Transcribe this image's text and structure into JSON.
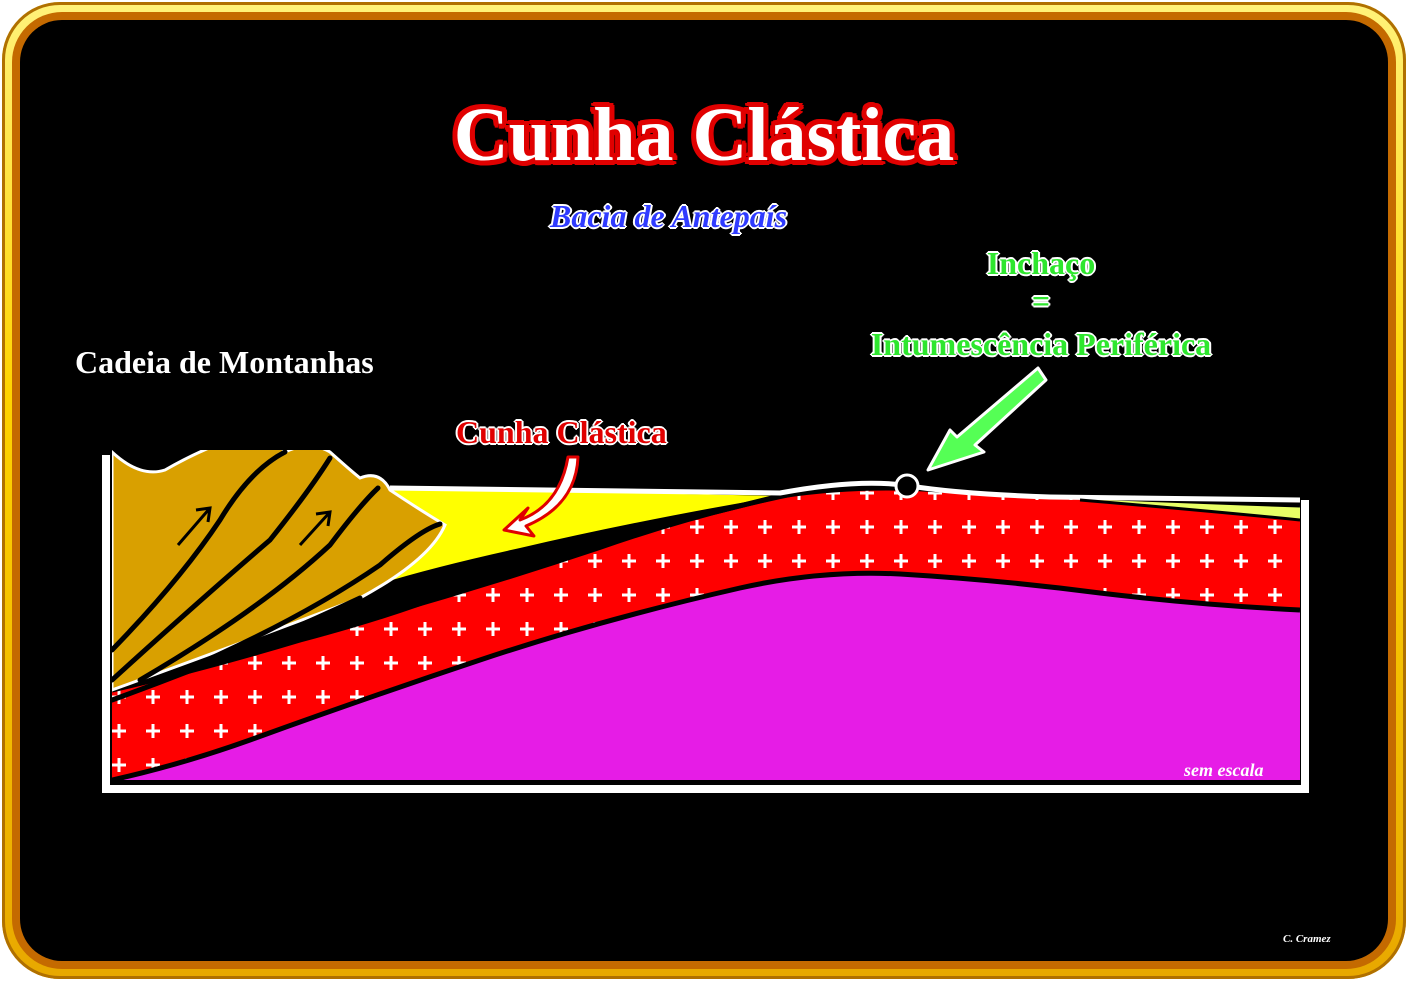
{
  "title": "Cunha Clástica",
  "subtitle": "Bacia de Antepaís",
  "bulge_label": {
    "line1": "Inchaço",
    "line2": "=",
    "line3": "Intumescência Periférica"
  },
  "mountain_label": "Cadeia de Montanhas",
  "wedge_label": "Cunha Clástica",
  "scale_note": "sem escala",
  "author": "C. Cramez",
  "colors": {
    "frame": "#ffd400",
    "background": "#000000",
    "title_outline": "#e00000",
    "subtitle": "#2f3bff",
    "bulge_text": "#2ee62e",
    "mountain_fill": "#d9a000",
    "clastic_wedge": "#ffff00",
    "crust": "#ff0000",
    "mantle": "#e61ce6",
    "arrow_red": "#e00000",
    "arrow_green": "#55ff55"
  },
  "icons": {
    "wedge_arrow": "curved-arrow-icon",
    "bulge_arrow": "pointer-arrow-icon",
    "bulge_point": "circle-marker-icon",
    "thrust_arrows": "up-arrow-icon"
  }
}
